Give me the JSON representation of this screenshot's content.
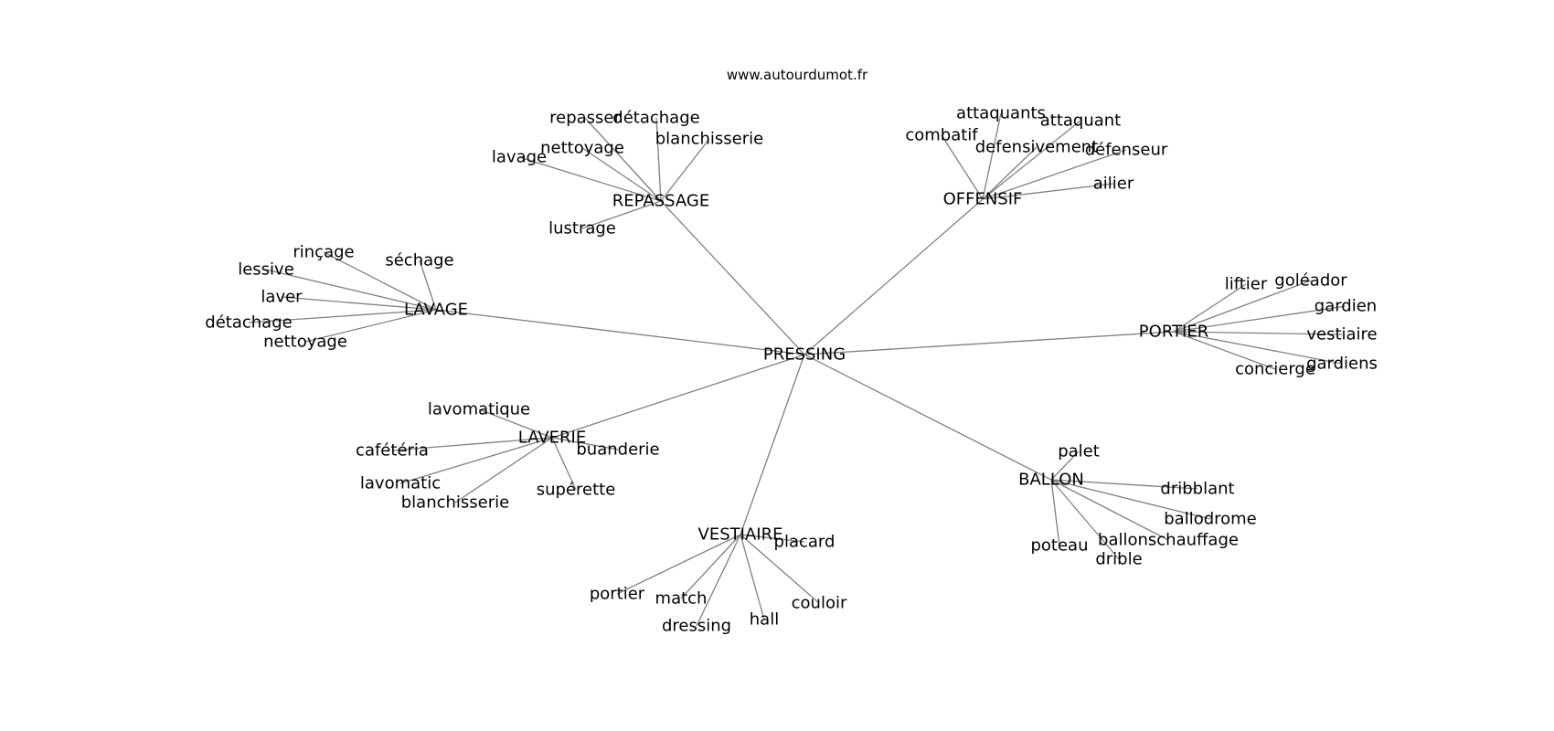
{
  "caption": "www.autourdumot.fr",
  "colors": {
    "edge": "#808080",
    "text": "#000000",
    "background": "#ffffff"
  },
  "graph": {
    "center": "PRESSING",
    "hubs": [
      {
        "label": "REPASSAGE",
        "leaves": [
          "repasser",
          "détachage",
          "blanchisserie",
          "nettoyage",
          "lavage",
          "lustrage"
        ]
      },
      {
        "label": "OFFENSIF",
        "leaves": [
          "attaquants",
          "attaquant",
          "combatif",
          "defensivement",
          "défenseur",
          "ailier"
        ]
      },
      {
        "label": "LAVAGE",
        "leaves": [
          "rinçage",
          "séchage",
          "lessive",
          "laver",
          "détachage",
          "nettoyage"
        ]
      },
      {
        "label": "PORTIER",
        "leaves": [
          "liftier",
          "goléador",
          "gardien",
          "vestiaire",
          "gardiens",
          "concierge"
        ]
      },
      {
        "label": "LAVERIE",
        "leaves": [
          "lavomatique",
          "cafétéria",
          "buanderie",
          "lavomatic",
          "supérette",
          "blanchisserie"
        ]
      },
      {
        "label": "BALLON",
        "leaves": [
          "palet",
          "dribblant",
          "ballodrome",
          "poteau",
          "ballonschauffage",
          "drible"
        ]
      },
      {
        "label": "VESTIAIRE",
        "leaves": [
          "placard",
          "portier",
          "match",
          "couloir",
          "dressing",
          "hall"
        ]
      }
    ]
  }
}
